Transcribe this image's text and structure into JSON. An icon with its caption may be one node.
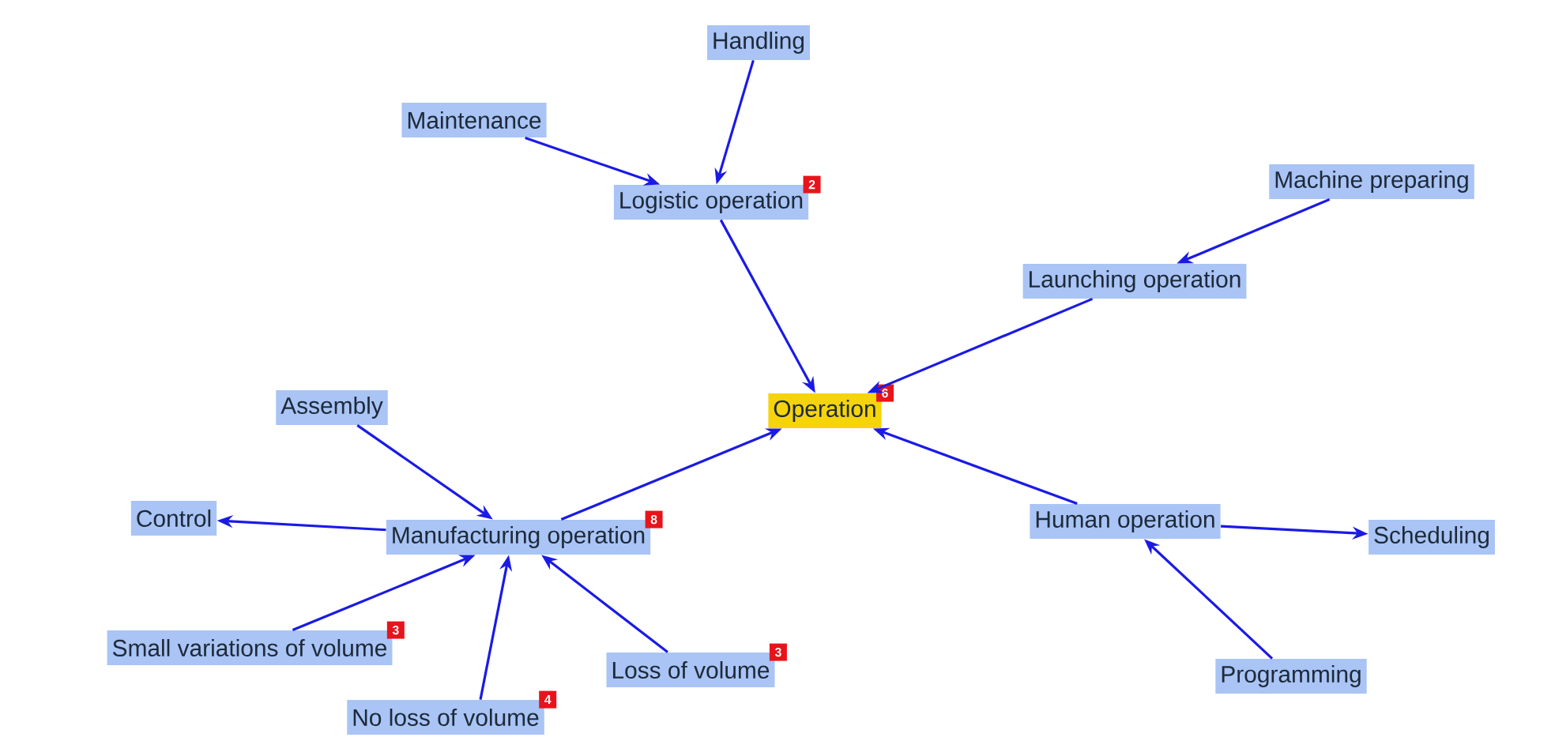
{
  "diagram": {
    "nodes": [
      {
        "text": [
          "Operation"
        ],
        "beside": [
          "6"
        ]
      },
      {
        "text": [
          "Logistic operation"
        ],
        "beside": [
          "2"
        ]
      },
      {
        "text": [
          "Maintenance"
        ]
      },
      {
        "text": [
          "Handling"
        ]
      },
      {
        "text": [
          "Machine preparing"
        ]
      },
      {
        "text": [
          "Launching operation"
        ]
      },
      {
        "text": [
          "Manufacturing operation"
        ],
        "beside": [
          "8"
        ]
      },
      {
        "text": [
          "Assembly"
        ]
      },
      {
        "text": [
          "Control"
        ]
      },
      {
        "text": [
          "Small variations of volume"
        ],
        "beside": [
          "3"
        ]
      },
      {
        "text": [
          "No loss of volume"
        ],
        "beside": [
          "4"
        ]
      },
      {
        "text": [
          "Loss of volume"
        ],
        "beside": [
          "3"
        ]
      },
      {
        "text": [
          "Human operation"
        ]
      },
      {
        "text": [
          "Scheduling"
        ]
      },
      {
        "text": [
          "Programming"
        ]
      }
    ],
    "edges": [
      {
        "from": 2,
        "to": 1,
        "arrow": "to"
      },
      {
        "from": 3,
        "to": 1,
        "arrow": "to"
      },
      {
        "from": 1,
        "to": 0,
        "arrow": "to"
      },
      {
        "from": 4,
        "to": 5,
        "arrow": "to"
      },
      {
        "from": 5,
        "to": 0,
        "arrow": "to"
      },
      {
        "from": 6,
        "to": 0,
        "arrow": "to"
      },
      {
        "from": 12,
        "to": 0,
        "arrow": "to"
      },
      {
        "from": 7,
        "to": 6,
        "arrow": "to"
      },
      {
        "from": 6,
        "to": 8,
        "arrow": "to"
      },
      {
        "from": 9,
        "to": 6,
        "arrow": "to"
      },
      {
        "from": 10,
        "to": 6,
        "arrow": "to"
      },
      {
        "from": 11,
        "to": 6,
        "arrow": "to"
      },
      {
        "from": 12,
        "to": 13,
        "arrow": "to"
      },
      {
        "from": 14,
        "to": 12,
        "arrow": "to"
      }
    ]
  }
}
